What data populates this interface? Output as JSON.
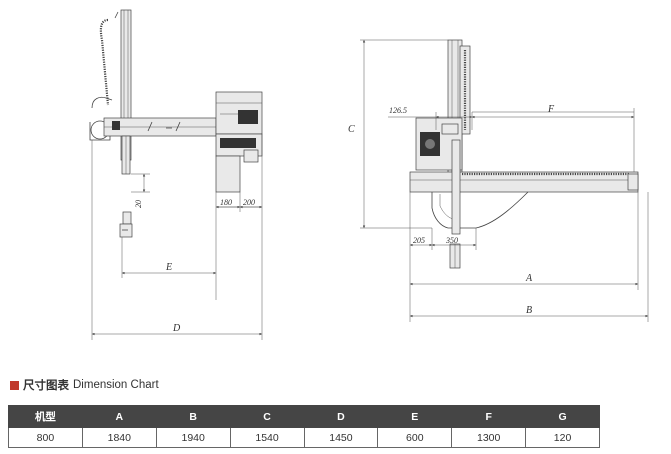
{
  "diagram": {
    "left_view_labels": {
      "dim_20": "20",
      "dim_180": "180",
      "dim_200": "200",
      "dim_e": "E",
      "dim_d": "D"
    },
    "right_view_labels": {
      "dim_c": "C",
      "dim_126_5": "126.5",
      "dim_f": "F",
      "dim_205": "205",
      "dim_350": "350",
      "dim_a": "A",
      "dim_b": "B"
    }
  },
  "chart": {
    "title_zh": "尺寸图表",
    "title_en": "Dimension Chart",
    "accent_color": "#c0392b"
  },
  "table": {
    "header": [
      "机型",
      "A",
      "B",
      "C",
      "D",
      "E",
      "F",
      "G"
    ],
    "rows": [
      [
        "800",
        "1840",
        "1940",
        "1540",
        "1450",
        "600",
        "1300",
        "120"
      ]
    ],
    "header_bg": "#454545"
  }
}
